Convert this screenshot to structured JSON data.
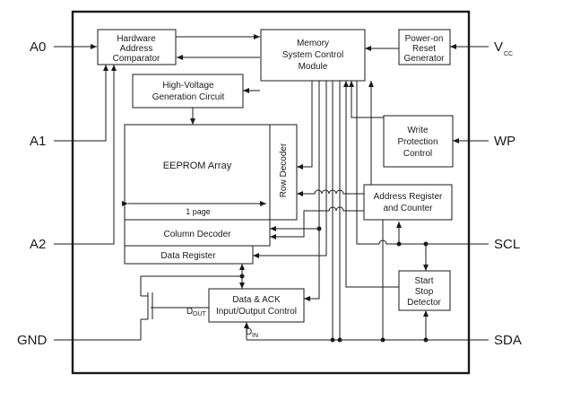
{
  "blocks": {
    "hw_addr_comparator": [
      "Hardware",
      "Address",
      "Comparator"
    ],
    "memory_control": [
      "Memory",
      "System Control",
      "Module"
    ],
    "power_on_reset": [
      "Power-on",
      "Reset",
      "Generator"
    ],
    "high_voltage": [
      "High-Voltage",
      "Generation Circuit"
    ],
    "eeprom_array": "EEPROM Array",
    "page_label": "1 page",
    "row_decoder": "Row Decoder",
    "write_protection": [
      "Write",
      "Protection",
      "Control"
    ],
    "address_register": [
      "Address Register",
      "and Counter"
    ],
    "column_decoder": "Column Decoder",
    "data_register": "Data Register",
    "start_stop": [
      "Start",
      "Stop",
      "Detector"
    ],
    "data_ack": [
      "Data & ACK",
      "Input/Output Control"
    ]
  },
  "pins": {
    "a0": "A0",
    "a1": "A1",
    "a2": "A2",
    "gnd": "GND",
    "vcc_main": "V",
    "vcc_sub": "CC",
    "wp": "WP",
    "scl": "SCL",
    "sda": "SDA"
  },
  "signals": {
    "dout_main": "D",
    "dout_sub": "OUT",
    "din_main": "D",
    "din_sub": "IN"
  }
}
